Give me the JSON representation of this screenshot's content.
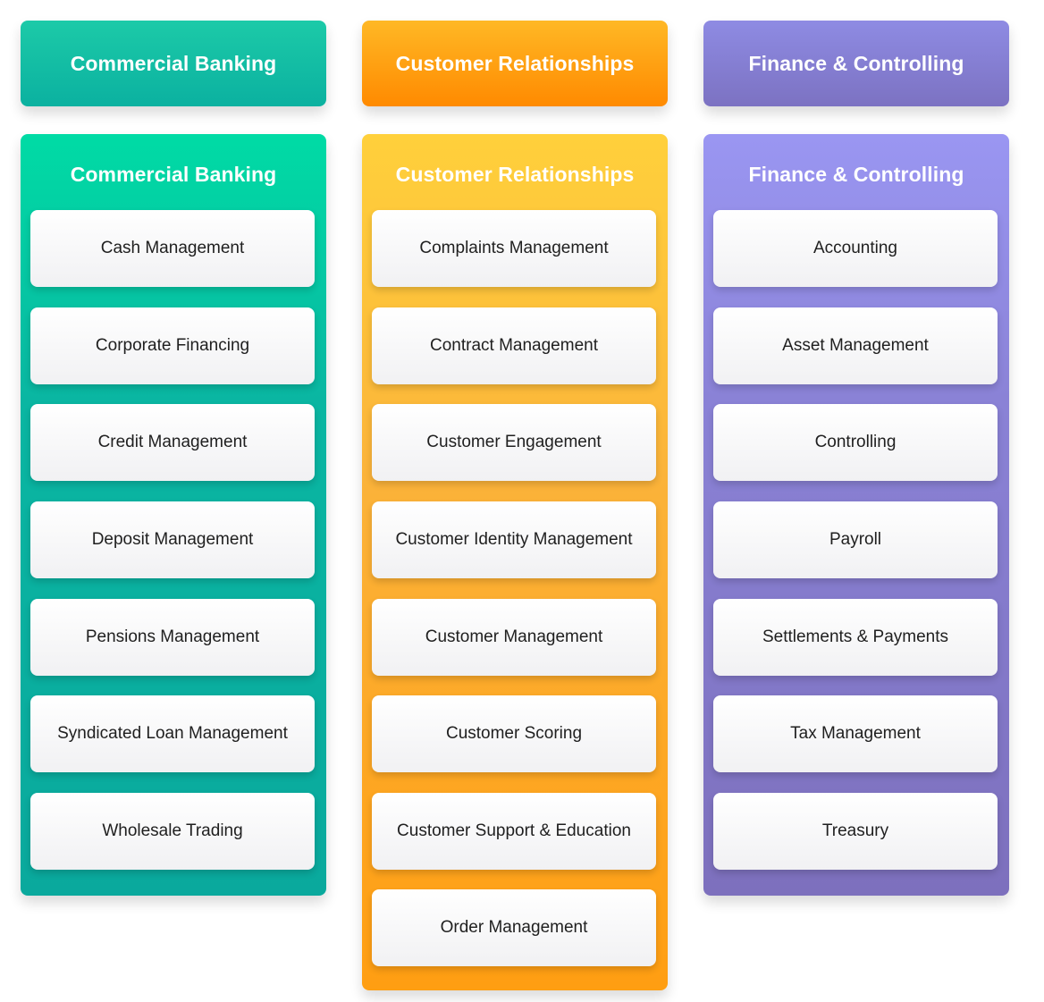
{
  "columns": [
    {
      "header": "Commercial Banking",
      "panel_title": "Commercial Banking",
      "items": [
        "Cash Management",
        "Corporate Financing",
        "Credit Management",
        "Deposit Management",
        "Pensions Management",
        "Syndicated Loan Management",
        "Wholesale Trading"
      ]
    },
    {
      "header": "Customer Relationships",
      "panel_title": "Customer Relationships",
      "items": [
        "Complaints Management",
        "Contract Management",
        "Customer Engagement",
        "Customer Identity Management",
        "Customer Management",
        "Customer Scoring",
        "Customer Support & Education",
        "Order Management"
      ]
    },
    {
      "header": "Finance & Controlling",
      "panel_title": "Finance & Controlling",
      "items": [
        "Accounting",
        "Asset Management",
        "Controlling",
        "Payroll",
        "Settlements & Payments",
        "Tax Management",
        "Treasury"
      ]
    }
  ],
  "colors": {
    "teal": "#0bb1a0",
    "orange": "#ff9e12",
    "purple": "#7d70bd"
  }
}
